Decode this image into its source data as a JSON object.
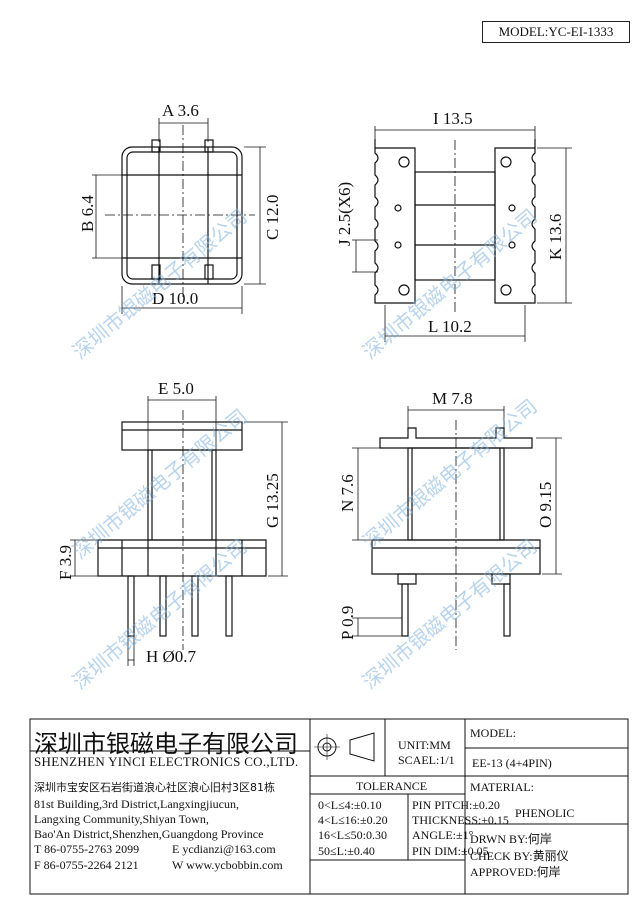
{
  "model_header": "MODEL:YC-EI-1333",
  "watermark": "深圳市银磁电子有限公司",
  "dims": {
    "A": "A 3.6",
    "B": "B 6.4",
    "C": "C 12.0",
    "D": "D 10.0",
    "I": "I 13.5",
    "J": "J 2.5(X6)",
    "K": "K 13.6",
    "L": "L 10.2",
    "E": "E 5.0",
    "F": "F 3.9",
    "G": "G 13.25",
    "H": "H Ø0.7",
    "M": "M 7.8",
    "N": "N 7.6",
    "O": "O 9.15",
    "P": "P 0.9"
  },
  "company": {
    "name_cn": "深圳市银磁电子有限公司",
    "name_en": "SHENZHEN YINCI ELECTRONICS CO.,LTD.",
    "addr_cn": "深圳市宝安区石岩街道浪心社区浪心旧村3区81栋",
    "addr_en1": "81st Building,3rd District,Langxingjiucun,",
    "addr_en2": "Langxing Community,Shiyan Town,",
    "addr_en3": "Bao'An District,Shenzhen,Guangdong Province",
    "tel": "T 86-0755-2763 2099",
    "email": "E ycdianzi@163.com",
    "fax": "F 86-0755-2264 2121",
    "web": "W www.ycbobbin.com"
  },
  "unit": "UNIT:MM",
  "scale": "SCAEL:1/1",
  "model_label": "MODEL:",
  "model_value": "EE-13 (4+4PIN)",
  "tolerance_title": "TOLERANCE",
  "tol_left": [
    "0<L≤4:±0.10",
    "4<L≤16:±0.20",
    "16<L≤50:0.30",
    "50≤L:±0.40"
  ],
  "tol_right": [
    "PIN PITCH:±0.20",
    "THICKNESS:±0.15",
    "ANGLE:±1°",
    "PIN DIM:±0.05"
  ],
  "material_label": "MATERIAL:",
  "material_value": "PHENOLIC",
  "drawn_by": "DRWN BY:何岸",
  "check_by": "CHECK BY:黄丽仪",
  "approved": "APPROVED:何岸"
}
